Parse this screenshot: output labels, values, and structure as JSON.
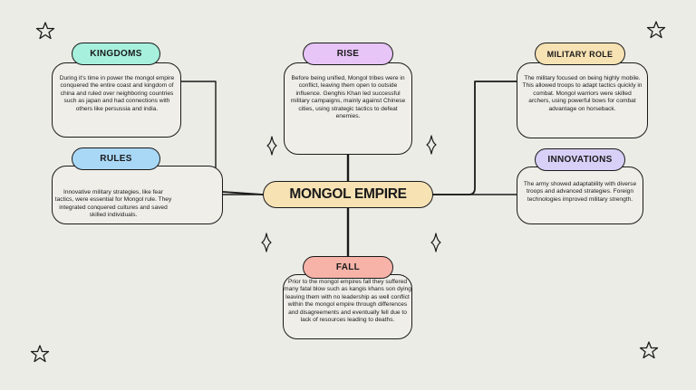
{
  "center": {
    "title": "MONGOL EMPIRE",
    "color": "#f7e2b4"
  },
  "nodes": {
    "kingdoms": {
      "title": "KINGDOMS",
      "color": "#a7f0dd",
      "text": "During it's time in power the mongol empire conquered the entire coast and kingdom of china and ruled over neighboring countries such as japan and had connections with others like persussia and india."
    },
    "rise": {
      "title": "RISE",
      "color": "#e7c5f7",
      "text": "Before being unified, Mongol tribes were in conflict, leaving them open to outside influence. Genghis Khan led successful military campaigns, mainly against Chinese cities, using strategic tactics to defeat enemies."
    },
    "military_role": {
      "title": "MILITARY ROLE",
      "color": "#f7e2b4",
      "text": "The military focused on being highly mobile. This allowed troops to adapt tactics quickly in combat. Mongol warriors were skilled archers, using powerful bows for combat advantage on horseback."
    },
    "rules": {
      "title": "RULES",
      "color": "#a9d8f7",
      "text": "Innovative military strategies, like fear tactics, were essential for Mongol rule. They integrated conquered cultures and saved skilled individuals."
    },
    "innovations": {
      "title": "INNOVATIONS",
      "color": "#d8d0f7",
      "text": "The army showed adaptability with diverse troops and advanced strategies. Foreign technologies improved military strength."
    },
    "fall": {
      "title": "FALL",
      "color": "#f7b3a8",
      "text": "Prior to the mongol empires fall they suffered many fatal blow such as kangis khans son dying leaving them with no leadership as well conflict within the mongol empire through differences and disagreements and eventually fell due to lack of resources leading to deaths."
    }
  },
  "decorations": {
    "star_icons": [
      "star-outline-icon",
      "sparkle-icon"
    ]
  }
}
